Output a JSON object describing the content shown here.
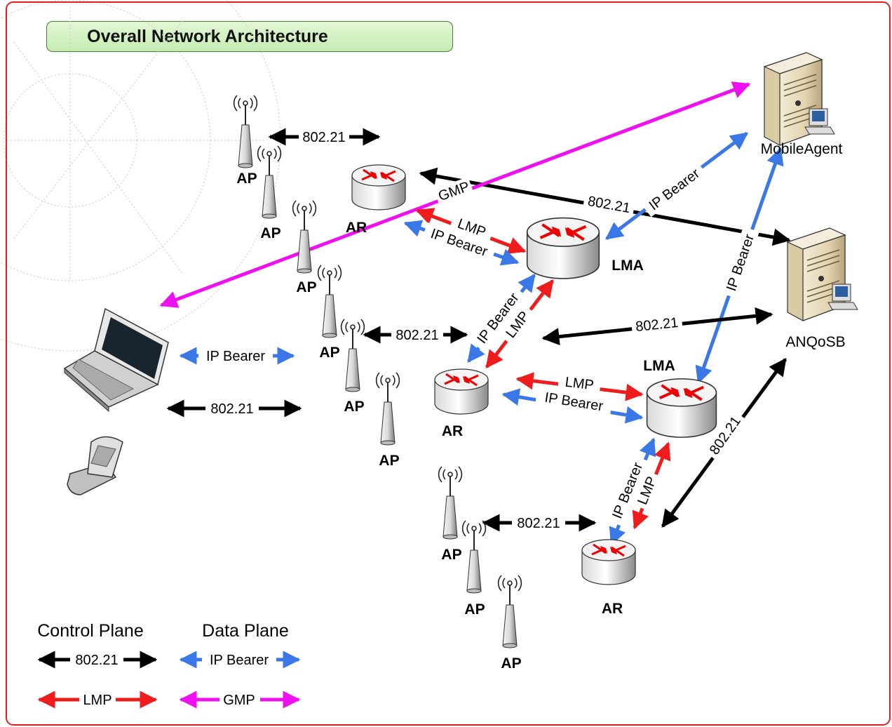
{
  "title": "Overall Network Architecture",
  "nodes": {
    "ap_label": "AP",
    "ar_label": "AR",
    "lma_label": "LMA",
    "mobile_agent": "MobileAgent",
    "anqosb": "ANQoSB"
  },
  "link_labels": {
    "ieee": "802.21",
    "lmp": "LMP",
    "ip_bearer": "IP Bearer",
    "gmp": "GMP"
  },
  "legend": {
    "control_plane": "Control Plane",
    "data_plane": "Data Plane",
    "items": [
      {
        "label": "802.21",
        "color": "#000000"
      },
      {
        "label": "IP Bearer",
        "color": "#3a78e8"
      },
      {
        "label": "LMP",
        "color": "#ee1c1c"
      },
      {
        "label": "GMP",
        "color": "#ee10ee"
      }
    ]
  },
  "colors": {
    "control_802_21": "#000000",
    "lmp": "#ee1c1c",
    "ip_bearer": "#3a78e8",
    "gmp": "#ee10ee",
    "border": "#e02020",
    "title_bg": "#d2f2c2"
  }
}
